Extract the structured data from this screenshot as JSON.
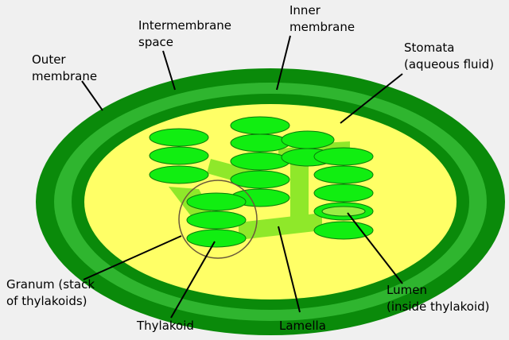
{
  "colors": {
    "background": "#f0f0f0",
    "outer_membrane": "#0a8a0a",
    "intermembrane_space": "#2fb52f",
    "inner_membrane": "#0a8a0a",
    "stroma": "#ffff66",
    "lamella": "#8fe82a",
    "thylakoid": "#11ee11",
    "thylakoid_outline": "#0a7a0a",
    "lumen": "#99ee44",
    "leader_line": "#000000",
    "granum_circle": "#6b5a3a"
  },
  "labels": {
    "outer_membrane": [
      "Outer",
      "membrane"
    ],
    "intermembrane_space": [
      "Intermembrane",
      "space"
    ],
    "inner_membrane": [
      "Inner",
      "membrane"
    ],
    "stomata": [
      "Stomata",
      "(aqueous fluid)"
    ],
    "granum": [
      "Granum (stack",
      "of thylakoids)"
    ],
    "thylakoid": [
      "Thylakoid"
    ],
    "lamella": [
      "Lamella"
    ],
    "lumen": [
      "Lumen",
      "(inside thylakoid)"
    ]
  }
}
